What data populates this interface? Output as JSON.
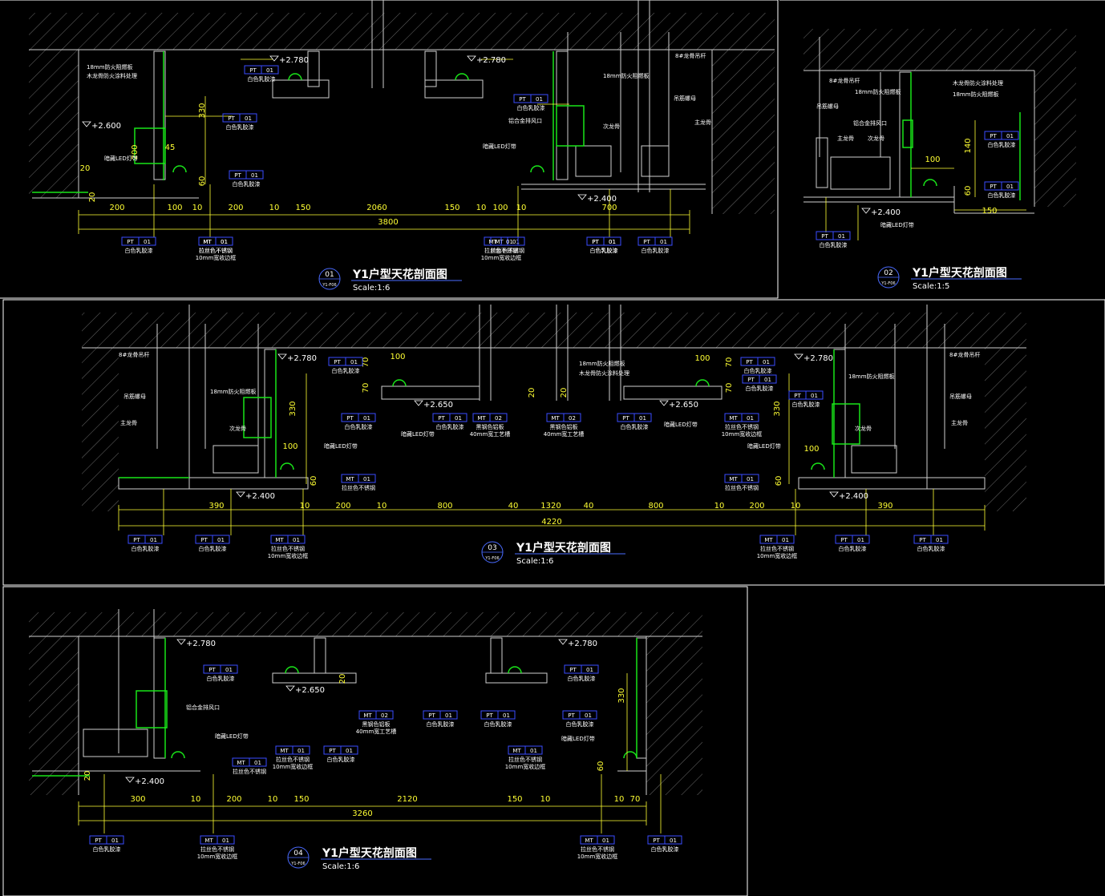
{
  "colors": {
    "background": "#000000",
    "frame": "#ffffff",
    "hatch": "#6a6a6a",
    "structure": "#cfcfcf",
    "dimension": "#ffff33",
    "leader": "#ffff33",
    "tag_box": "#3a4dff",
    "tag_text": "#ffffff",
    "green": "#19e619",
    "label": "#ffffff",
    "title_underline": "#4a6bff"
  },
  "panels": [
    {
      "id": "p1",
      "number": "01",
      "subref": "Y1-F06",
      "title": "Y1户型天花剖面图",
      "scale": "Scale:1:6",
      "elevations": [
        "+2.780",
        "+2.780",
        "+2.600",
        "+2.400"
      ],
      "dims_row": [
        "200",
        "100",
        "10",
        "200",
        "10",
        "150",
        "2060",
        "150",
        "10",
        "100",
        "10",
        "700"
      ],
      "dim_total": "3800",
      "tags": [
        {
          "code": "PT",
          "num": "01",
          "desc": "白色乳胶漆"
        },
        {
          "code": "PT",
          "num": "01",
          "desc": "白色乳胶漆"
        },
        {
          "code": "PT",
          "num": "01",
          "desc": "白色乳胶漆"
        },
        {
          "code": "MT",
          "num": "01",
          "desc": "拉丝色不锈钢"
        },
        {
          "code": "PT",
          "num": "01",
          "desc": "白色乳胶漆"
        },
        {
          "code": "PT",
          "num": "01",
          "desc": "白色乳胶漆"
        },
        {
          "code": "MT",
          "num": "01",
          "desc": "拉丝色不锈钢"
        },
        {
          "code": "PT",
          "num": "01",
          "desc": "白色乳胶漆"
        },
        {
          "code": "MT",
          "num": "01",
          "desc": "拉丝色不锈钢",
          "desc2": "10mm宽收边框"
        },
        {
          "code": "MT",
          "num": "01",
          "desc": "拉丝色不锈钢",
          "desc2": "10mm宽收边框"
        },
        {
          "code": "PT",
          "num": "01",
          "desc": "白色乳胶漆"
        },
        {
          "code": "PT",
          "num": "01",
          "desc": "白色乳胶漆"
        }
      ],
      "notes": [
        "18mm防火阻燃板",
        "木龙骨防火涂料处理",
        "暗藏LED灯带",
        "18mm防火阻燃板",
        "吊筋螺母",
        "铝合金排风口",
        "暗藏LED灯带",
        "次龙骨",
        "主龙骨",
        "8#龙骨吊杆"
      ],
      "vdims": [
        "330",
        "200",
        "45",
        "60",
        "20",
        "20"
      ]
    },
    {
      "id": "p2",
      "number": "02",
      "subref": "Y1-F06",
      "title": "Y1户型天花剖面图",
      "scale": "Scale:1:5",
      "elevations": [
        "+2.400"
      ],
      "dims_row": [
        "100",
        "150"
      ],
      "tags": [
        {
          "code": "PT",
          "num": "01",
          "desc": "白色乳胶漆"
        },
        {
          "code": "PT",
          "num": "01",
          "desc": "白色乳胶漆"
        },
        {
          "code": "PT",
          "num": "01",
          "desc": "白色乳胶漆"
        }
      ],
      "notes": [
        "8#龙骨吊杆",
        "18mm防火阻燃板",
        "木龙骨防火涂料处理",
        "吊筋螺母",
        "铝合金排风口",
        "主龙骨",
        "次龙骨",
        "暗藏LED灯带",
        "18mm防火阻燃板"
      ],
      "vdims": [
        "140",
        "60"
      ]
    },
    {
      "id": "p3",
      "number": "03",
      "subref": "Y1-F06",
      "title": "Y1户型天花剖面图",
      "scale": "Scale:1:6",
      "elevations": [
        "+2.780",
        "+2.650",
        "+2.400",
        "+2.650",
        "+2.780",
        "+2.400"
      ],
      "dims_row": [
        "390",
        "10",
        "200",
        "10",
        "800",
        "40",
        "1320",
        "40",
        "800",
        "10",
        "200",
        "10",
        "390"
      ],
      "dim_total": "4220",
      "top_dims": [
        "100",
        "100",
        "100",
        "100"
      ],
      "tags": [
        {
          "code": "PT",
          "num": "01",
          "desc": "白色乳胶漆"
        },
        {
          "code": "PT",
          "num": "01",
          "desc": "白色乳胶漆"
        },
        {
          "code": "MT",
          "num": "01",
          "desc": "拉丝色不锈钢",
          "desc2": "10mm宽收边框"
        },
        {
          "code": "PT",
          "num": "01",
          "desc": "白色乳胶漆"
        },
        {
          "code": "MT",
          "num": "02",
          "desc": "黑钢色铝板",
          "desc2": "40mm宽工艺槽"
        },
        {
          "code": "MT",
          "num": "02",
          "desc": "黑钢色铝板",
          "desc2": "40mm宽工艺槽"
        },
        {
          "code": "PT",
          "num": "01",
          "desc": "白色乳胶漆"
        },
        {
          "code": "PT",
          "num": "01",
          "desc": "白色乳胶漆"
        },
        {
          "code": "MT",
          "num": "01",
          "desc": "拉丝色不锈钢",
          "desc2": "10mm宽收边框"
        },
        {
          "code": "PT",
          "num": "01",
          "desc": "白色乳胶漆"
        },
        {
          "code": "MT",
          "num": "01",
          "desc": "拉丝色不锈钢"
        },
        {
          "code": "MT",
          "num": "01",
          "desc": "拉丝色不锈钢"
        },
        {
          "code": "PT",
          "num": "01",
          "desc": "白色乳胶漆"
        },
        {
          "code": "PT",
          "num": "01",
          "desc": "白色乳胶漆"
        },
        {
          "code": "PT",
          "num": "01",
          "desc": "白色乳胶漆"
        },
        {
          "code": "MT",
          "num": "01",
          "desc": "拉丝色不锈钢",
          "desc2": "10mm宽收边框"
        },
        {
          "code": "PT",
          "num": "01",
          "desc": "白色乳胶漆"
        },
        {
          "code": "PT",
          "num": "01",
          "desc": "白色乳胶漆"
        }
      ],
      "notes": [
        "8#龙骨吊杆",
        "吊筋螺母",
        "主龙骨",
        "18mm防火阻燃板",
        "次龙骨",
        "暗藏LED灯带",
        "暗藏LED灯带",
        "18mm防火阻燃板",
        "木龙骨防火涂料处理",
        "暗藏LED灯带",
        "暗藏LED灯带",
        "18mm防火阻燃板",
        "次龙骨",
        "8#龙骨吊杆",
        "吊筋螺母",
        "主龙骨"
      ],
      "vdims": [
        "330",
        "70",
        "70",
        "20",
        "20",
        "70",
        "70",
        "330",
        "60",
        "60"
      ]
    },
    {
      "id": "p4",
      "number": "04",
      "subref": "Y1-F06",
      "title": "Y1户型天花剖面图",
      "scale": "Scale:1:6",
      "elevations": [
        "+2.780",
        "+2.650",
        "+2.780",
        "+2.400"
      ],
      "dims_row": [
        "300",
        "10",
        "200",
        "10",
        "150",
        "2120",
        "150",
        "10",
        "10",
        "70"
      ],
      "dim_total": "3260",
      "tags": [
        {
          "code": "PT",
          "num": "01",
          "desc": "白色乳胶漆"
        },
        {
          "code": "PT",
          "num": "01",
          "desc": "白色乳胶漆"
        },
        {
          "code": "MT",
          "num": "01",
          "desc": "拉丝色不锈钢"
        },
        {
          "code": "MT",
          "num": "01",
          "desc": "拉丝色不锈钢",
          "desc2": "10mm宽收边框"
        },
        {
          "code": "PT",
          "num": "01",
          "desc": "白色乳胶漆"
        },
        {
          "code": "MT",
          "num": "02",
          "desc": "黑钢色铝板",
          "desc2": "40mm宽工艺槽"
        },
        {
          "code": "PT",
          "num": "01",
          "desc": "白色乳胶漆"
        },
        {
          "code": "PT",
          "num": "01",
          "desc": "白色乳胶漆"
        },
        {
          "code": "MT",
          "num": "01",
          "desc": "拉丝色不锈钢",
          "desc2": "10mm宽收边框"
        },
        {
          "code": "PT",
          "num": "01",
          "desc": "白色乳胶漆"
        },
        {
          "code": "PT",
          "num": "01",
          "desc": "白色乳胶漆"
        },
        {
          "code": "MT",
          "num": "01",
          "desc": "拉丝色不锈钢",
          "desc2": "10mm宽收边框"
        },
        {
          "code": "MT",
          "num": "01",
          "desc": "拉丝色不锈钢",
          "desc2": "10mm宽收边框"
        },
        {
          "code": "PT",
          "num": "01",
          "desc": "白色乳胶漆"
        }
      ],
      "notes": [
        "铝合金排风口",
        "暗藏LED灯带",
        "暗藏LED灯带"
      ],
      "vdims": [
        "330",
        "60",
        "20",
        "20"
      ]
    }
  ]
}
